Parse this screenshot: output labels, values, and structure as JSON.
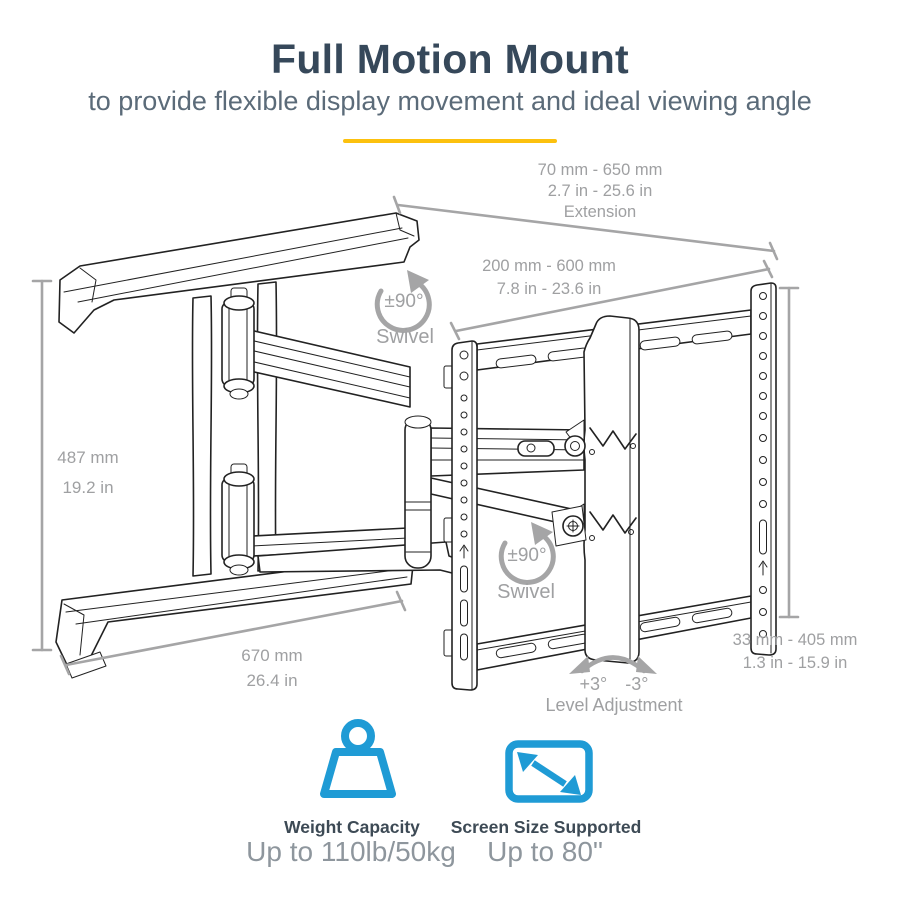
{
  "header": {
    "title": "Full Motion Mount",
    "subtitle": "to provide flexible display movement and ideal viewing angle"
  },
  "diagram": {
    "dimensions": {
      "extension": {
        "metric": "70 mm - 650 mm",
        "imperial": "2.7 in - 25.6 in",
        "label": "Extension"
      },
      "horizontal_range": {
        "metric": "200 mm - 600 mm",
        "imperial": "7.8 in - 23.6 in"
      },
      "bracket_height": {
        "metric": "487 mm",
        "imperial": "19.2 in"
      },
      "arm_length": {
        "metric": "670 mm",
        "imperial": "26.4 in"
      },
      "vertical_range": {
        "metric": "33 mm - 405 mm",
        "imperial": "1.3 in - 15.9 in"
      }
    },
    "motion": {
      "swivel_top": {
        "angle": "±90°",
        "label": "Swivel"
      },
      "swivel_bottom": {
        "angle": "±90°",
        "label": "Swivel"
      },
      "level": {
        "plus": "+3°",
        "minus": "-3°",
        "label": "Level Adjustment"
      }
    }
  },
  "features": {
    "weight": {
      "icon": "weight-kettlebell-icon",
      "title": "Weight Capacity",
      "value": "Up to 110lb/50kg"
    },
    "screen": {
      "icon": "screen-diagonal-arrow-icon",
      "title": "Screen Size Supported",
      "value": "Up to 80\""
    }
  },
  "icons": {
    "swivel": "circular-arrow-icon",
    "level": "curved-double-arrow-icon"
  },
  "colors": {
    "accent_yellow": "#fcc10e",
    "brand_cyan": "#1f9bd5",
    "title_navy": "#36485a",
    "subtitle_gray_blue": "#5b6b79",
    "dimension_gray": "#a5a5a6",
    "line_black": "#222222"
  }
}
